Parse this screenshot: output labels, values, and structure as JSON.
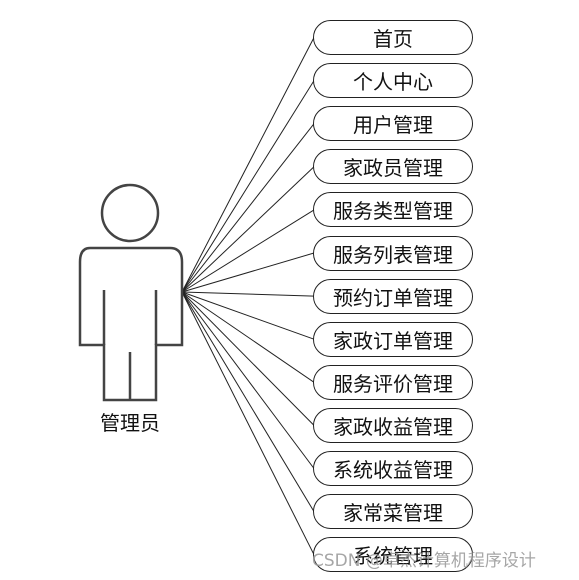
{
  "actor": {
    "label": "管理员",
    "icon": "person-icon"
  },
  "use_cases": [
    "首页",
    "个人中心",
    "用户管理",
    "家政员管理",
    "服务类型管理",
    "服务列表管理",
    "预约订单管理",
    "家政订单管理",
    "服务评价管理",
    "家政收益管理",
    "系统收益管理",
    "家常菜管理",
    "系统管理"
  ],
  "watermark": "CSDN @卓杰计算机程序设计",
  "colors": {
    "line": "#222222",
    "text": "#111111",
    "watermark": "#969696"
  }
}
